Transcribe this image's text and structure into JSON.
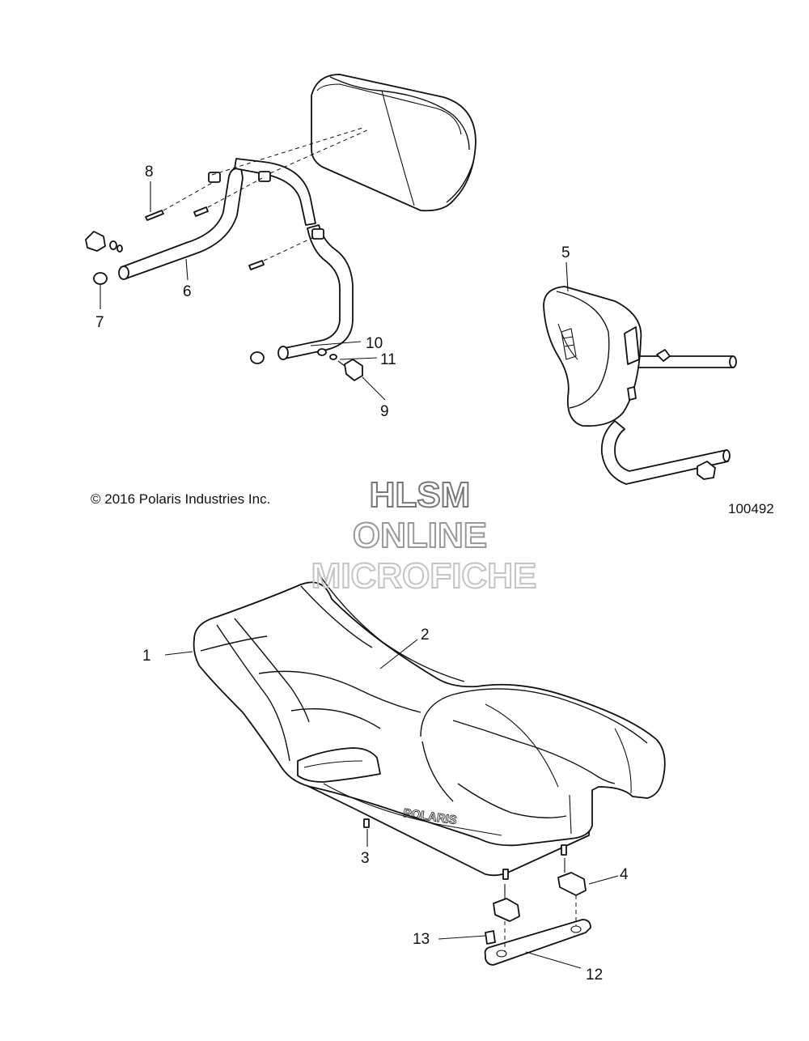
{
  "diagram": {
    "copyright": "© 2016 Polaris Industries Inc.",
    "figure_number": "100492",
    "watermark": {
      "line1": "HLSM",
      "line2": "ONLINE",
      "line3": "MICROFICHE"
    },
    "seat_logo": "POLARIS",
    "callouts": {
      "c1": "1",
      "c2": "2",
      "c3": "3",
      "c4": "4",
      "c5": "5",
      "c6": "6",
      "c7": "7",
      "c8": "8",
      "c9": "9",
      "c10": "10",
      "c11": "11",
      "c12": "12",
      "c13": "13"
    }
  }
}
